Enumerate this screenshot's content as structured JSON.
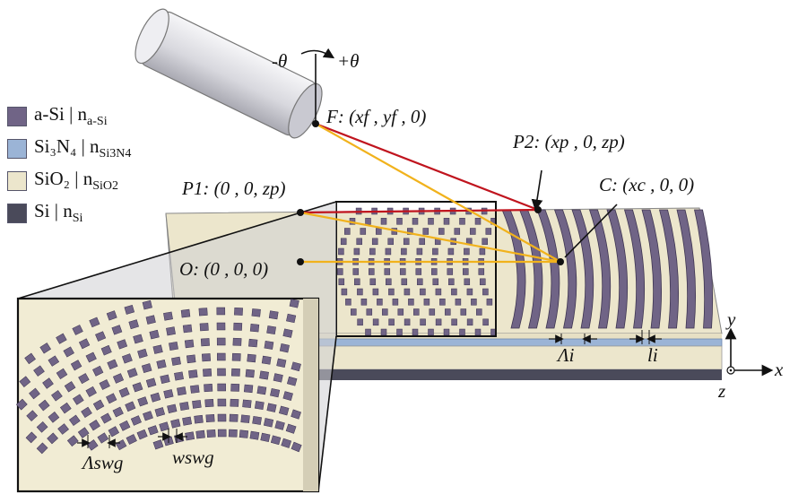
{
  "colors": {
    "a_si": "#706486",
    "si3n4": "#9bb4d6",
    "sio2": "#ece6cc",
    "si": "#4a4a5a",
    "red_ray": "#c0141e",
    "yellow_ray": "#f1b21c",
    "fiber": "#dcdce2"
  },
  "legend": [
    {
      "swatch": "a_si",
      "label": "a-Si | n",
      "sub": "a-Si"
    },
    {
      "swatch": "si3n4",
      "label": "Si₃N₄ | n",
      "sub": "Si3N4"
    },
    {
      "swatch": "sio2",
      "label": "SiO₂ | n",
      "sub": "SiO2"
    },
    {
      "swatch": "si",
      "label": "Si | n",
      "sub": "Si"
    }
  ],
  "labels": {
    "rotation_neg": "-θ",
    "rotation_pos": "+θ",
    "F": "F: (xf , yf , 0)",
    "P2": "P2: (xp , 0, zp)",
    "P1": "P1: (0 , 0, zp)",
    "C": "C: (xc , 0, 0)",
    "O": "O: (0 , 0, 0)",
    "lambda_i": "Λi",
    "l_i": "li",
    "lambda_swg": "Λswg",
    "w_swg": "wswg",
    "axis_x": "x",
    "axis_y": "y",
    "axis_z": "z"
  }
}
